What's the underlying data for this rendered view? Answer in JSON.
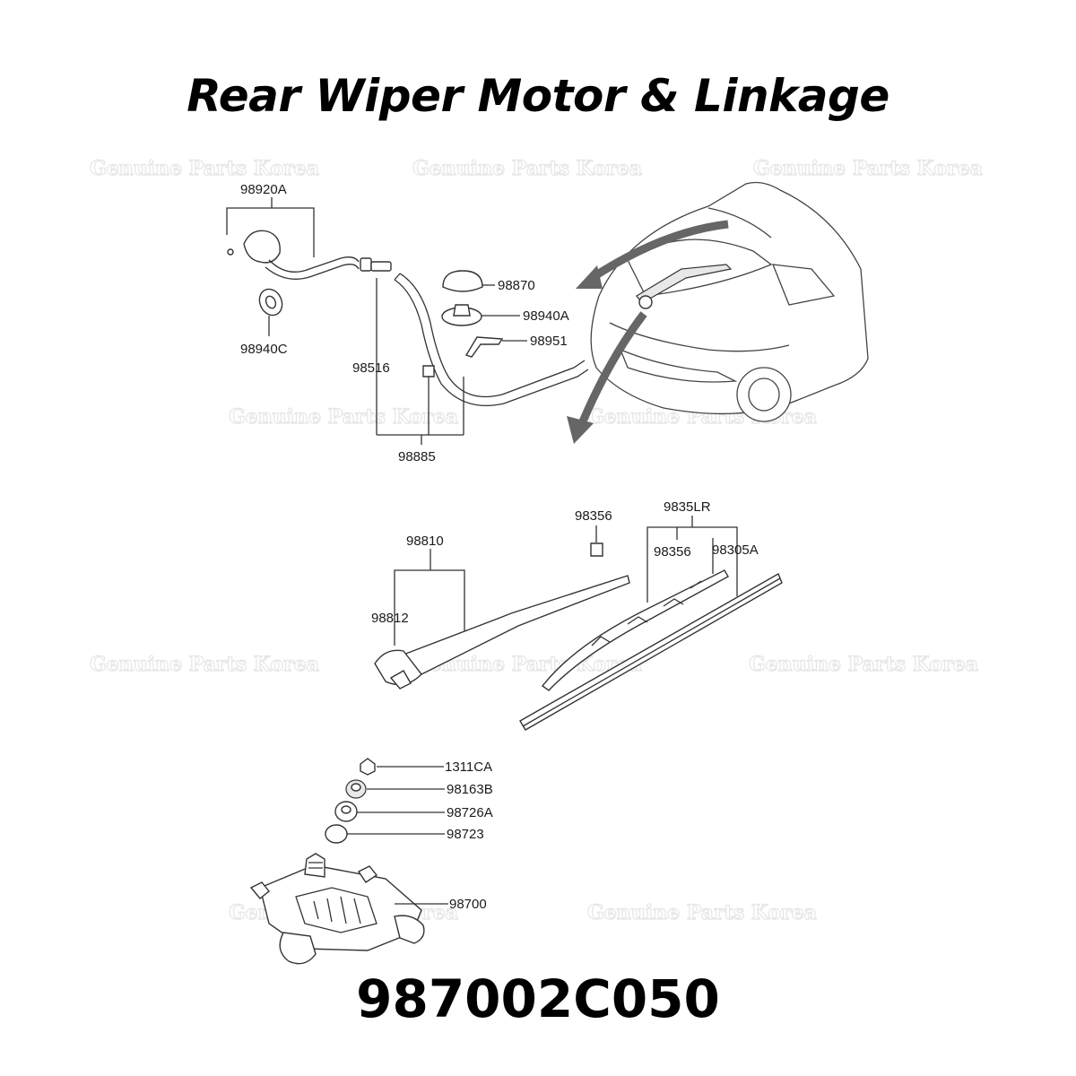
{
  "title": "Rear Wiper Motor & Linkage",
  "part_number": "987002C050",
  "watermark": "Genuine Parts Korea",
  "labels": {
    "l98920A": "98920A",
    "l98940C": "98940C",
    "l98516": "98516",
    "l98885": "98885",
    "l98870": "98870",
    "l98940A": "98940A",
    "l98951": "98951",
    "l98356a": "98356",
    "l9835LR": "9835LR",
    "l98356b": "98356",
    "l98305A": "98305A",
    "l98810": "98810",
    "l98812": "98812",
    "l1311CA": "1311CA",
    "l98163B": "98163B",
    "l98726A": "98726A",
    "l98723": "98723",
    "l98700": "98700"
  }
}
